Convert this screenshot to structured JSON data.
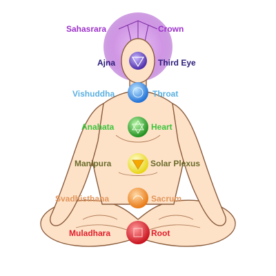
{
  "chakras": [
    {
      "id": "sahasrara",
      "sanskrit": "Sahasrara",
      "english": "Crown",
      "color": "#9b30c8",
      "label_color": "#9b30c8"
    },
    {
      "id": "ajna",
      "sanskrit": "Ajna",
      "english": "Third Eye",
      "color": "#5a3ab8",
      "label_color": "#2b1d7a"
    },
    {
      "id": "vishuddha",
      "sanskrit": "Vishuddha",
      "english": "Throat",
      "color": "#2f8fe8",
      "label_color": "#5ab0e0"
    },
    {
      "id": "anahata",
      "sanskrit": "Anahata",
      "english": "Heart",
      "color": "#2fae2f",
      "label_color": "#3cc43c"
    },
    {
      "id": "manipura",
      "sanskrit": "Manipura",
      "english": "Solar Plexus",
      "color": "#f2e21a",
      "label_color": "#6b6b2a"
    },
    {
      "id": "svadhisthana",
      "sanskrit": "Svadhisthana",
      "english": "Sacrum",
      "color": "#f08a1e",
      "label_color": "#e2955a"
    },
    {
      "id": "muladhara",
      "sanskrit": "Muladhara",
      "english": "Root",
      "color": "#e21c2a",
      "label_color": "#e01e2c"
    }
  ],
  "figure": {
    "skin_color": "#fde2c8",
    "outline_color": "#8a5a3a"
  }
}
